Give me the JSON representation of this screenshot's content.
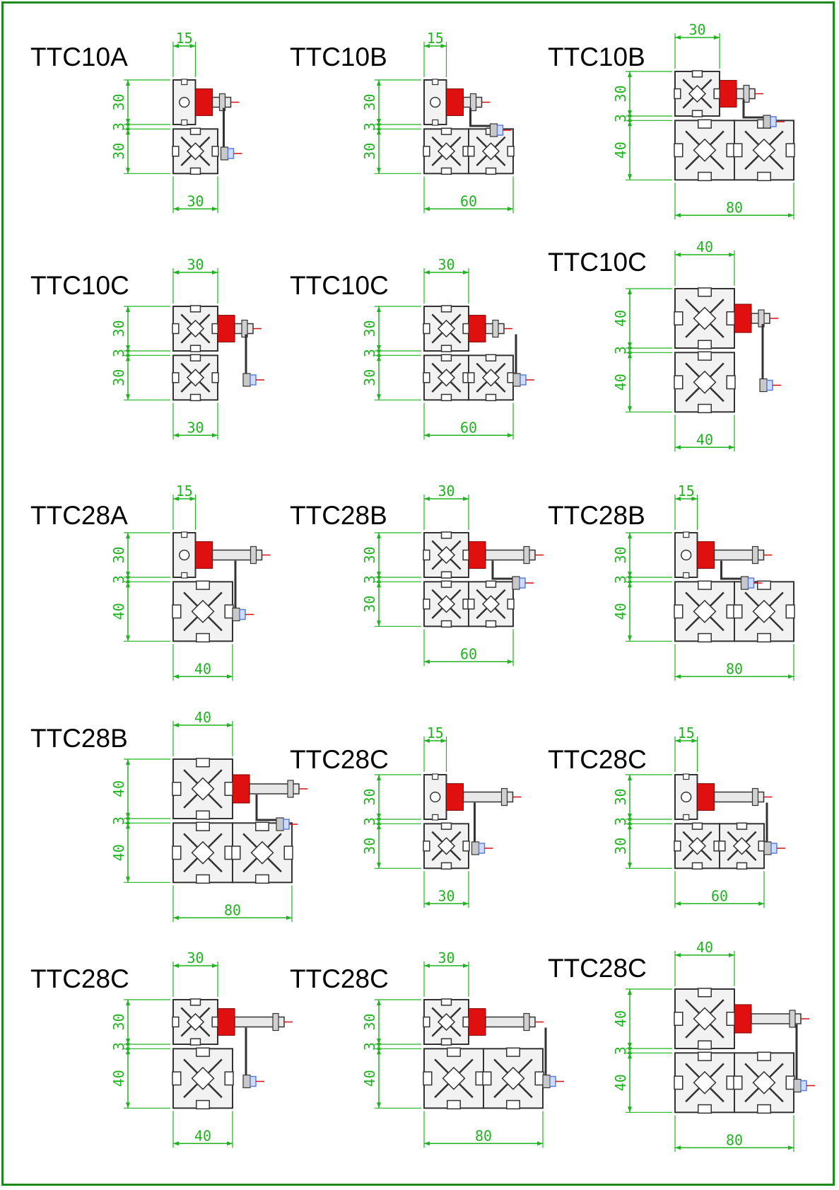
{
  "colors": {
    "dimension": "#1fb41f",
    "profile_outline": "#333333",
    "profile_fill": "#f2f2f2",
    "plate_fill": "#c8c8c8",
    "magnet": "#e01010",
    "accent_line": "#d01010",
    "bolt": "#5b7fd6",
    "frame_border": "#1e8a1e"
  },
  "assemblies": [
    {
      "label": "TTC10A",
      "top_w": "15",
      "top_h": "30",
      "gap": "3",
      "bot_h": "30",
      "bot_w": "30"
    },
    {
      "label": "TTC10B",
      "top_w": "15",
      "top_h": "30",
      "gap": "3",
      "bot_h": "30",
      "bot_w": "60"
    },
    {
      "label": "TTC10B",
      "top_w": "30",
      "top_h": "30",
      "gap": "3",
      "bot_h": "40",
      "bot_w": "80"
    },
    {
      "label": "TTC10C",
      "top_w": "30",
      "top_h": "30",
      "gap": "3",
      "bot_h": "30",
      "bot_w": "30"
    },
    {
      "label": "TTC10C",
      "top_w": "30",
      "top_h": "30",
      "gap": "3",
      "bot_h": "30",
      "bot_w": "60"
    },
    {
      "label": "TTC10C",
      "top_w": "40",
      "top_h": "40",
      "gap": "3",
      "bot_h": "40",
      "bot_w": "40"
    },
    {
      "label": "TTC28A",
      "top_w": "15",
      "top_h": "30",
      "gap": "3",
      "bot_h": "40",
      "bot_w": "40"
    },
    {
      "label": "TTC28B",
      "top_w": "30",
      "top_h": "30",
      "gap": "3",
      "bot_h": "30",
      "bot_w": "60"
    },
    {
      "label": "TTC28B",
      "top_w": "15",
      "top_h": "30",
      "gap": "3",
      "bot_h": "40",
      "bot_w": "80"
    },
    {
      "label": "TTC28B",
      "top_w": "40",
      "top_h": "40",
      "gap": "3",
      "bot_h": "40",
      "bot_w": "80"
    },
    {
      "label": "TTC28C",
      "top_w": "15",
      "top_h": "30",
      "gap": "3",
      "bot_h": "30",
      "bot_w": "30"
    },
    {
      "label": "TTC28C",
      "top_w": "15",
      "top_h": "30",
      "gap": "3",
      "bot_h": "30",
      "bot_w": "60"
    },
    {
      "label": "TTC28C",
      "top_w": "30",
      "top_h": "30",
      "gap": "3",
      "bot_h": "40",
      "bot_w": "40"
    },
    {
      "label": "TTC28C",
      "top_w": "30",
      "top_h": "30",
      "gap": "3",
      "bot_h": "40",
      "bot_w": "80"
    },
    {
      "label": "TTC28C",
      "top_w": "40",
      "top_h": "40",
      "gap": "3",
      "bot_h": "40",
      "bot_w": "80"
    }
  ]
}
